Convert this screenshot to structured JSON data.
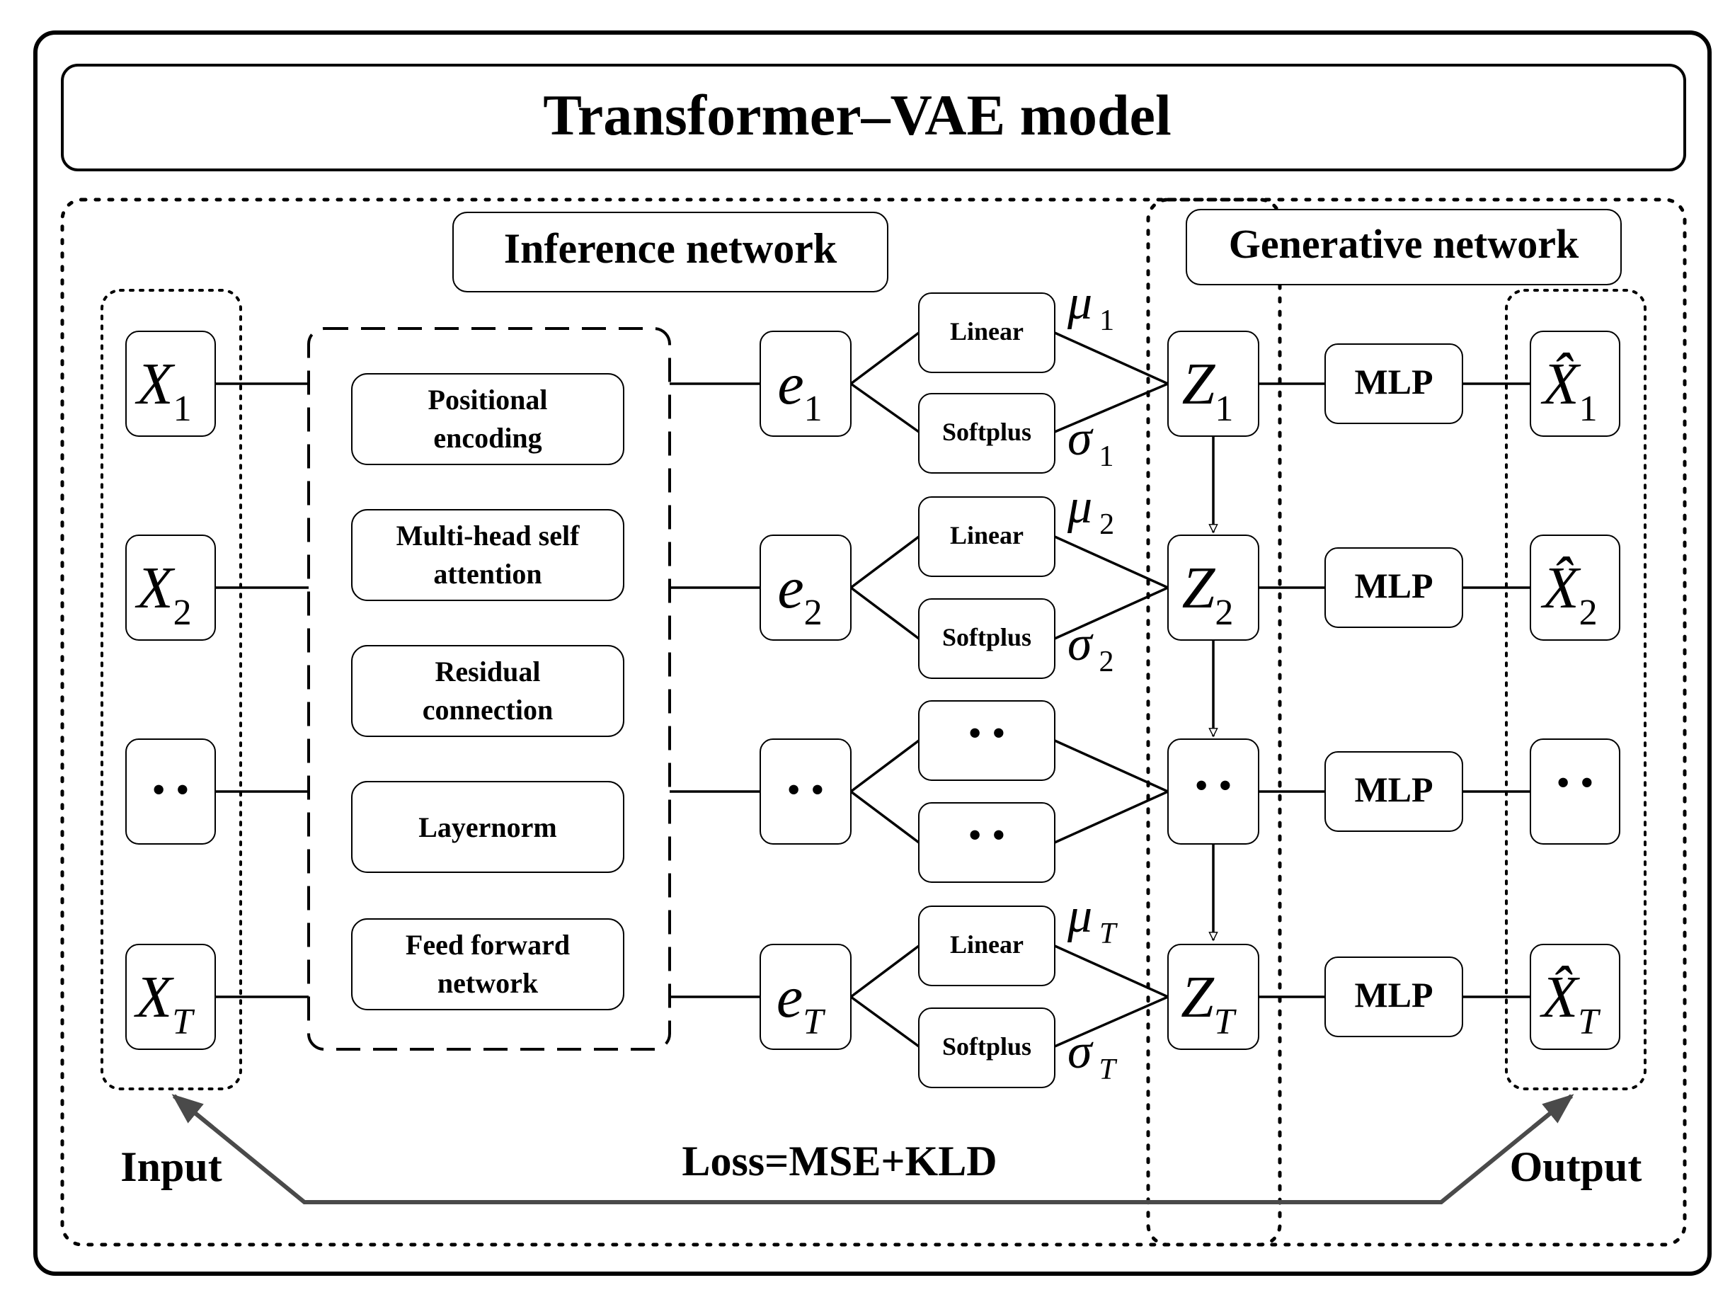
{
  "title": "Transformer–VAE model",
  "inference_label": "Inference network",
  "generative_label": "Generative network",
  "input_label": "Input",
  "output_label": "Output",
  "loss_label": "Loss=MSE+KLD",
  "transformer_blocks": [
    "Positional",
    "encoding",
    "Multi-head self",
    "attention",
    "Residual",
    "connection",
    "Layernorm",
    "Feed forward",
    "network"
  ],
  "ellipsis": "• •",
  "rows": [
    {
      "x_base": "X",
      "x_sub": "1",
      "e_base": "e",
      "e_sub": "1",
      "upper": "Linear",
      "lower": "Softplus",
      "mu_base": "μ",
      "mu_sub": "1",
      "sigma_base": "σ",
      "sigma_sub": "1",
      "z_base": "Z",
      "z_sub": "1",
      "mlp": "MLP",
      "xhat_base": "X̂",
      "xhat_sub": "1"
    },
    {
      "x_base": "X",
      "x_sub": "2",
      "e_base": "e",
      "e_sub": "2",
      "upper": "Linear",
      "lower": "Softplus",
      "mu_base": "μ",
      "mu_sub": "2",
      "sigma_base": "σ",
      "sigma_sub": "2",
      "z_base": "Z",
      "z_sub": "2",
      "mlp": "MLP",
      "xhat_base": "X̂",
      "xhat_sub": "2"
    },
    {
      "mlp": "MLP"
    },
    {
      "x_base": "X",
      "x_sub": "T",
      "e_base": "e",
      "e_sub": "T",
      "upper": "Linear",
      "lower": "Softplus",
      "mu_base": "μ",
      "mu_sub": "T",
      "sigma_base": "σ",
      "sigma_sub": "T",
      "z_base": "Z",
      "z_sub": "T",
      "mlp": "MLP",
      "xhat_base": "X̂",
      "xhat_sub": "T"
    }
  ]
}
